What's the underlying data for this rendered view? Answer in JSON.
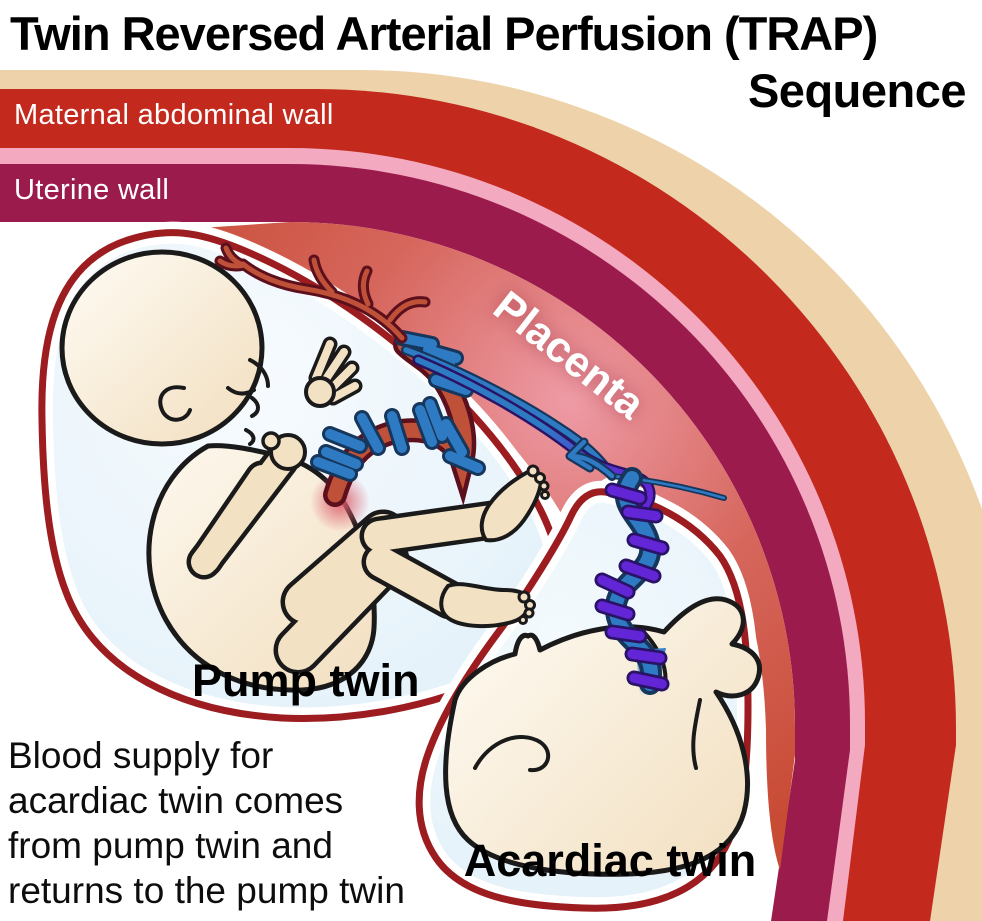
{
  "title": {
    "line1": "Twin Reversed Arterial Perfusion (TRAP)",
    "line2": "Sequence"
  },
  "layers": {
    "maternal_wall": "Maternal abdominal wall",
    "uterine_wall": "Uterine wall",
    "placenta": "Placenta"
  },
  "twins": {
    "pump": "Pump twin",
    "acardiac": "Acardiac twin"
  },
  "caption": {
    "lines": [
      "Blood supply for",
      "acardiac twin comes",
      "from pump twin and",
      "returns to the pump twin"
    ]
  },
  "colors": {
    "skin_band_tan": "#eed2a9",
    "maternal_wall_red": "#c3291d",
    "fat_band_pink": "#f3a9c0",
    "uterine_wall_maroon": "#9c1b4d",
    "placenta_center_pink": "#ee9ba6",
    "placenta_mid_red": "#d6665c",
    "placenta_edge_red": "#c84b34",
    "amniotic_fluid_blue": "#e1f0f9",
    "sac_border_red": "#9c1c20",
    "fetal_skin_light": "#fdf8ee",
    "fetal_skin_dark": "#f2dfc0",
    "fetal_skin_flat": "#f3e1c4",
    "artery_red": "#bf5138",
    "artery_outline": "#5c0f1d",
    "vein_blue": "#2e7bc4",
    "vein_outline": "#16365c",
    "acardiac_artery_purple": "#6326d6",
    "purple_outline": "#2a1366",
    "outline_black": "#1a1a1a",
    "text_black": "#000000",
    "text_white": "#ffffff"
  }
}
